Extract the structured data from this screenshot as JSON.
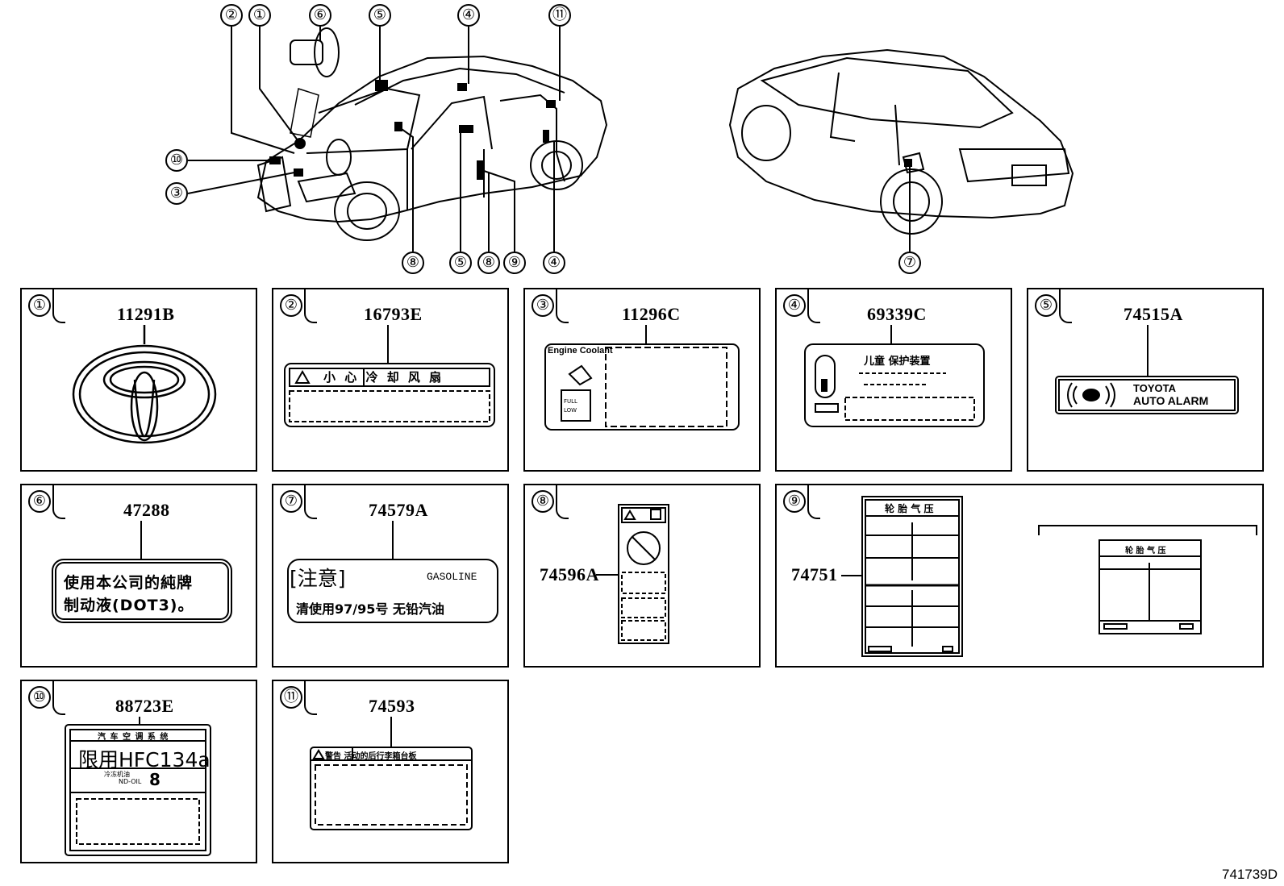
{
  "figure_id": "741739D",
  "callouts": {
    "top": [
      "②",
      "①",
      "⑥",
      "⑤",
      "④",
      "⑪"
    ],
    "left": [
      "⑩",
      "③"
    ],
    "bottom": [
      "⑧",
      "⑤",
      "⑧",
      "⑨",
      "④"
    ],
    "rear": "⑦"
  },
  "cells": [
    {
      "num": "①",
      "part": "11291B"
    },
    {
      "num": "②",
      "part": "16793E",
      "label_header": "小 心 冷 却 风 扇"
    },
    {
      "num": "③",
      "part": "11296C",
      "label_title": "Engine Coolant",
      "full": "FULL",
      "low": "LOW"
    },
    {
      "num": "④",
      "part": "69339C",
      "label_title": "儿童 保护装置"
    },
    {
      "num": "⑤",
      "part": "74515A",
      "line1": "TOYOTA",
      "line2": "AUTO ALARM"
    },
    {
      "num": "⑥",
      "part": "47288",
      "line1": "使用本公司的純牌",
      "line2": "制动液(DOT3)。"
    },
    {
      "num": "⑦",
      "part": "74579A",
      "caution": "[注意]",
      "gasoline": "GASOLINE",
      "line2": "清使用97/95号 无铅汽油"
    },
    {
      "num": "⑧",
      "part": "74596A"
    },
    {
      "num": "⑨",
      "part": "74751",
      "tire_title": "轮 胎 气 压"
    },
    {
      "num": "⑩",
      "part": "88723E",
      "header": "汽 车 空 调 系 统",
      "main": "限用HFC134a",
      "oil_label": "冷冻机油",
      "oil": "ND-OIL",
      "oil_num": "8"
    },
    {
      "num": "⑪",
      "part": "74593",
      "header": "警告  活动的后行李箱台板"
    }
  ]
}
